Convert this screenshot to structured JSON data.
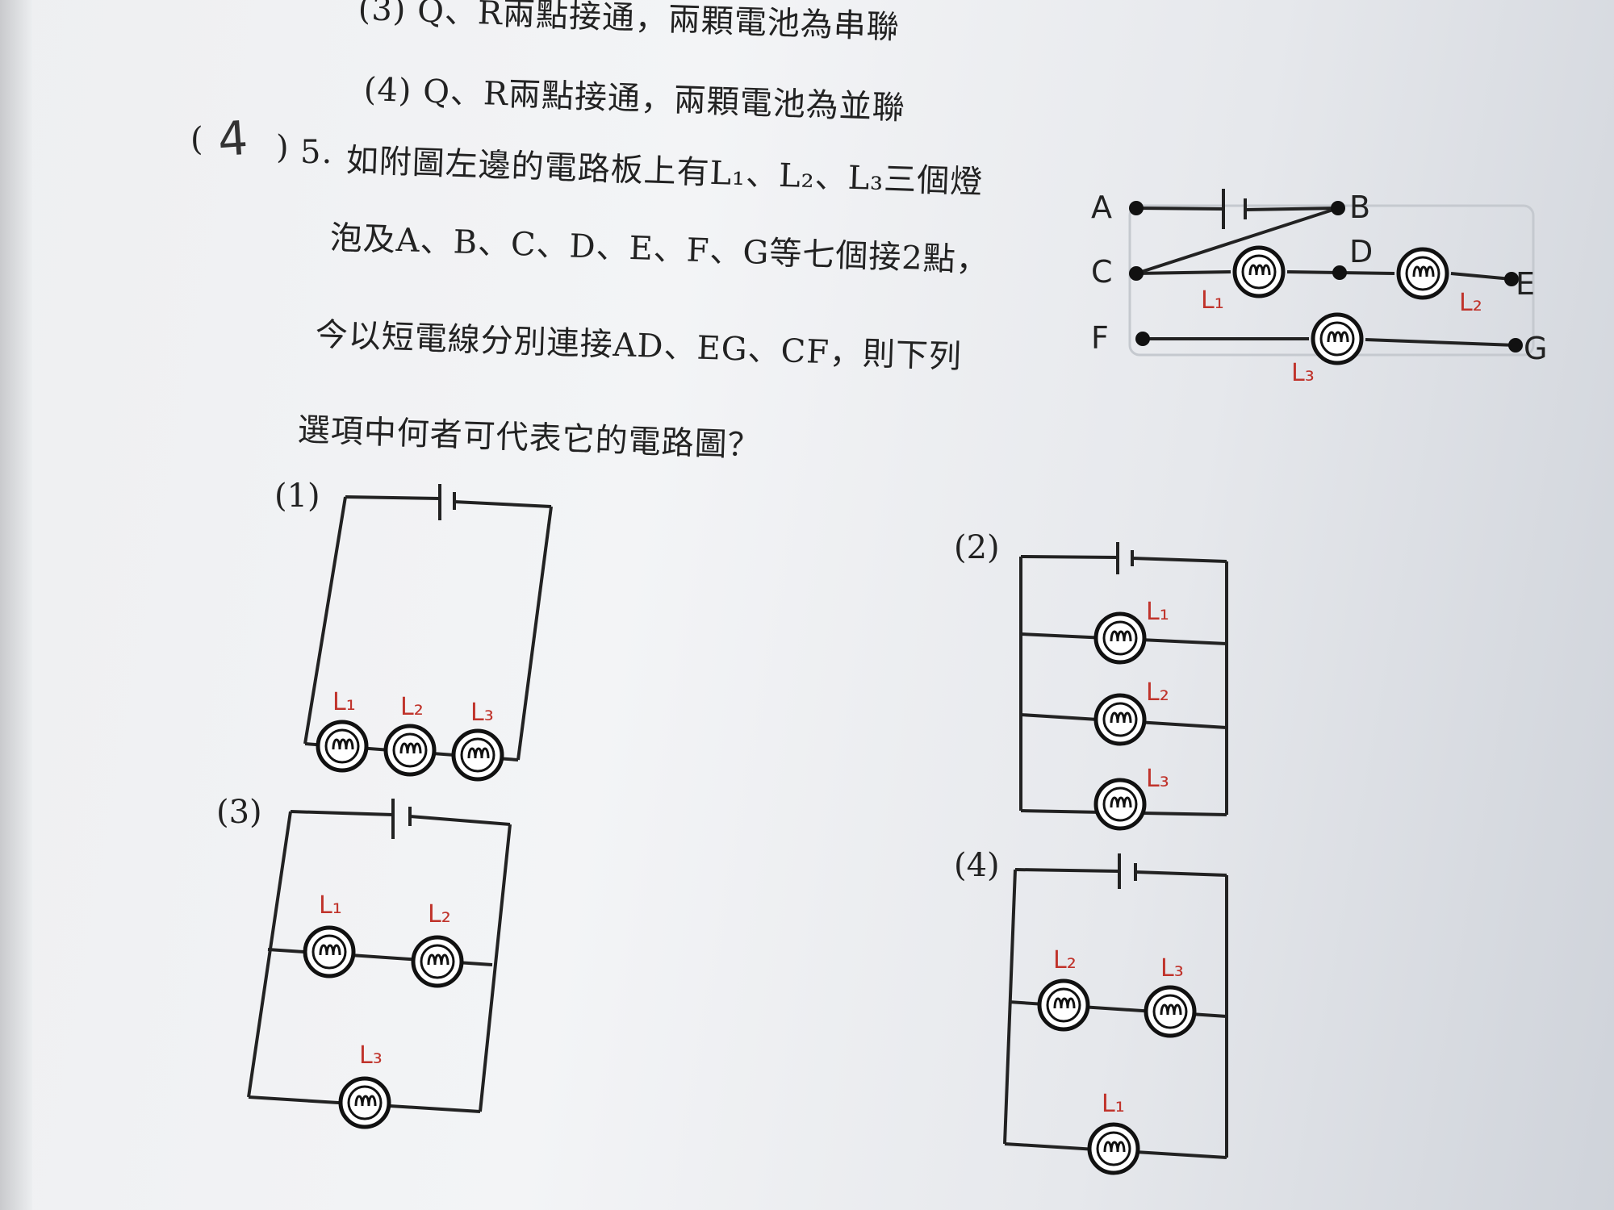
{
  "question": {
    "prev_option_3": "(3) Q、R兩點接通，兩顆電池為串聯",
    "prev_option_4": "(4) Q、R兩點接通，兩顆電池為並聯",
    "paren_open": "(",
    "answer_mark": "4",
    "paren_close": ")",
    "number": "5.",
    "line1": "如附圖左邊的電路板上有L₁、L₂、L₃三個燈",
    "line2": "泡及A、B、C、D、E、F、G等七個接2點，",
    "line3": "今以短電線分別連接AD、EG、CF，則下列",
    "line4": "選項中何者可代表它的電路圖？"
  },
  "board_points": [
    "A",
    "B",
    "C",
    "D",
    "E",
    "F",
    "G"
  ],
  "bulb_labels": {
    "L1": "L₁",
    "L2": "L₂",
    "L3": "L₃"
  },
  "options": [
    {
      "label": "(1)",
      "bulbs": [
        "L₁",
        "L₂",
        "L₃"
      ]
    },
    {
      "label": "(2)",
      "bulbs": [
        "L₁",
        "L₂",
        "L₃"
      ]
    },
    {
      "label": "(3)",
      "bulbs": [
        "L₁",
        "L₂",
        "L₃"
      ]
    },
    {
      "label": "(4)",
      "bulbs": [
        "L₂",
        "L₃",
        "L₁"
      ]
    }
  ]
}
